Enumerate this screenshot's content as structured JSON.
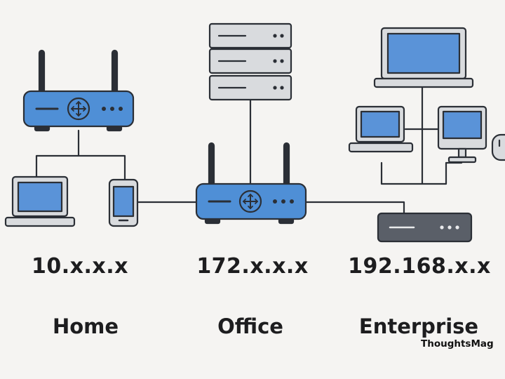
{
  "columns": [
    {
      "address": "10.x.x.x",
      "network": "Home"
    },
    {
      "address": "172.x.x.x",
      "network": "Office"
    },
    {
      "address": "192.168.x.x",
      "network": "Enterprise"
    }
  ],
  "watermark": "ThoughtsMag",
  "colors": {
    "background": "#f5f4f2",
    "stroke": "#2b2f36",
    "router_blue": "#4f8fd6",
    "screen_blue": "#5a93d8",
    "device_gray": "#d9dbde",
    "switch_dark": "#5a5f68",
    "text": "#1d1d1f"
  }
}
